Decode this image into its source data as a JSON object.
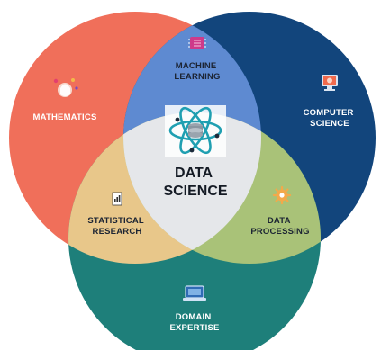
{
  "colors": {
    "mathematics": "#f06f5a",
    "computer_science": "#12457c",
    "domain_expertise": "#1e7f7a",
    "machine_learning": "#5e8ad1",
    "statistical_research": "#e8c78a",
    "data_processing": "#a9c278",
    "center": "#e5e7ea"
  },
  "diagram": {
    "regions": {
      "mathematics": {
        "line1": "MATHEMATICS",
        "icon": "math-head-icon"
      },
      "computer_science": {
        "line1": "COMPUTER",
        "line2": "SCIENCE",
        "icon": "monitor-brain-icon"
      },
      "domain_expertise": {
        "line1": "DOMAIN",
        "line2": "EXPERTISE",
        "icon": "laptop-icon"
      },
      "machine_learning": {
        "line1": "MACHINE",
        "line2": "LEARNING",
        "icon": "brain-chip-icon"
      },
      "statistical_research": {
        "line1": "STATISTICAL",
        "line2": "RESEARCH",
        "icon": "document-chart-icon"
      },
      "data_processing": {
        "line1": "DATA",
        "line2": "PROCESSING",
        "icon": "gear-icon"
      },
      "center": {
        "line1": "DATA",
        "line2": "SCIENCE",
        "icon": "atom-database-icon"
      }
    }
  }
}
